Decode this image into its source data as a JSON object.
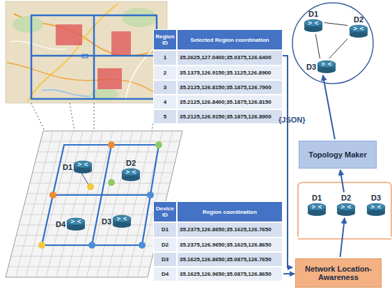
{
  "diagram": {
    "nodes": [
      {
        "text": [
          "D1"
        ]
      },
      {
        "text": [
          "D2"
        ]
      },
      {
        "text": [
          "D3"
        ]
      },
      {
        "text": [
          "Topology Maker"
        ]
      },
      {
        "text": [
          "D1"
        ]
      },
      {
        "text": [
          "D2"
        ]
      },
      {
        "text": [
          "D1"
        ]
      },
      {
        "text": [
          "D2"
        ]
      },
      {
        "text": [
          "D3"
        ]
      },
      {
        "text": [
          "D4"
        ]
      },
      {
        "text": [
          "D3"
        ]
      },
      {
        "text": [
          "Network Location-Awareness"
        ]
      }
    ],
    "edges": [
      {
        "from": 0,
        "to": 1,
        "arrow": "none"
      },
      {
        "from": 0,
        "to": 2,
        "arrow": "none"
      },
      {
        "from": 1,
        "to": 2,
        "arrow": "none"
      },
      {
        "from": 3,
        "to": 2,
        "arrow": "to"
      },
      {
        "from": 7,
        "to": 3,
        "arrow": "to"
      },
      {
        "from": 11,
        "to": 7,
        "arrow": "to"
      }
    ],
    "labels": [
      "Region ID",
      "Selected Region coordination",
      "1",
      "35.2625,127.0400;35.0375,126.6400",
      "2",
      "35.1375,126.9150;35.1125,126.8900",
      "3",
      "35.2125,126.8150;35.1875,126.7900",
      "4",
      "35.2125,126.8400;35.1875,126.8150",
      "5",
      "35.2125,126.9150;35.1875,126.8900",
      "Device ID",
      "Region coordination",
      "D1",
      "35.2375,126.8650;35.1625,126.7650",
      "D2",
      "35.2375,126.9650;35.1625,126.8650",
      "D3",
      "35.1625,126.8650;35.0875,126.7650",
      "D4",
      "35.1625,126.9650;35.0875,126.8650",
      "{JSON}"
    ]
  }
}
